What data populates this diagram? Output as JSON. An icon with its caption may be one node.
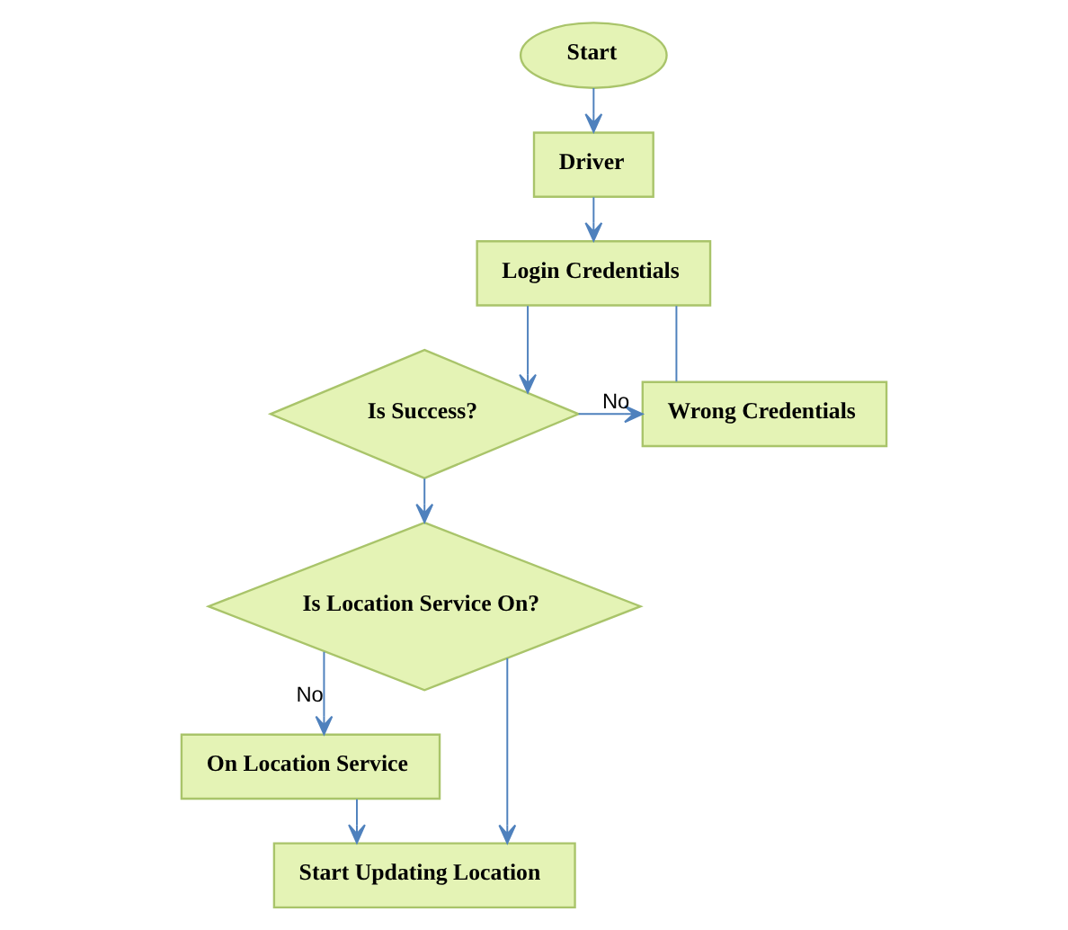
{
  "diagram": {
    "nodes": [
      {
        "text": [
          "Start"
        ]
      },
      {
        "text": [
          "Driver"
        ]
      },
      {
        "text": [
          "Login Credentials"
        ]
      },
      {
        "text": [
          "Wrong Credentials"
        ]
      },
      {
        "text": [
          "Is Success?"
        ]
      },
      {
        "text": [
          "Is Location Service On?"
        ]
      },
      {
        "text": [
          "On Location Service"
        ]
      },
      {
        "text": [
          "Start Updating Location"
        ]
      }
    ],
    "edges": [
      {
        "from": 0,
        "to": 1,
        "arrow": "to"
      },
      {
        "from": 1,
        "to": 2,
        "arrow": "to"
      },
      {
        "from": 2,
        "to": 4,
        "arrow": "to"
      },
      {
        "from": 2,
        "to": 3,
        "arrow": "none"
      },
      {
        "from": 4,
        "to": 3,
        "arrow": "to",
        "label": "No"
      },
      {
        "from": 4,
        "to": 5,
        "arrow": "to"
      },
      {
        "from": 5,
        "to": 6,
        "arrow": "to",
        "label": "No"
      },
      {
        "from": 5,
        "to": 7,
        "arrow": "to"
      },
      {
        "from": 6,
        "to": 7,
        "arrow": "to"
      }
    ]
  }
}
